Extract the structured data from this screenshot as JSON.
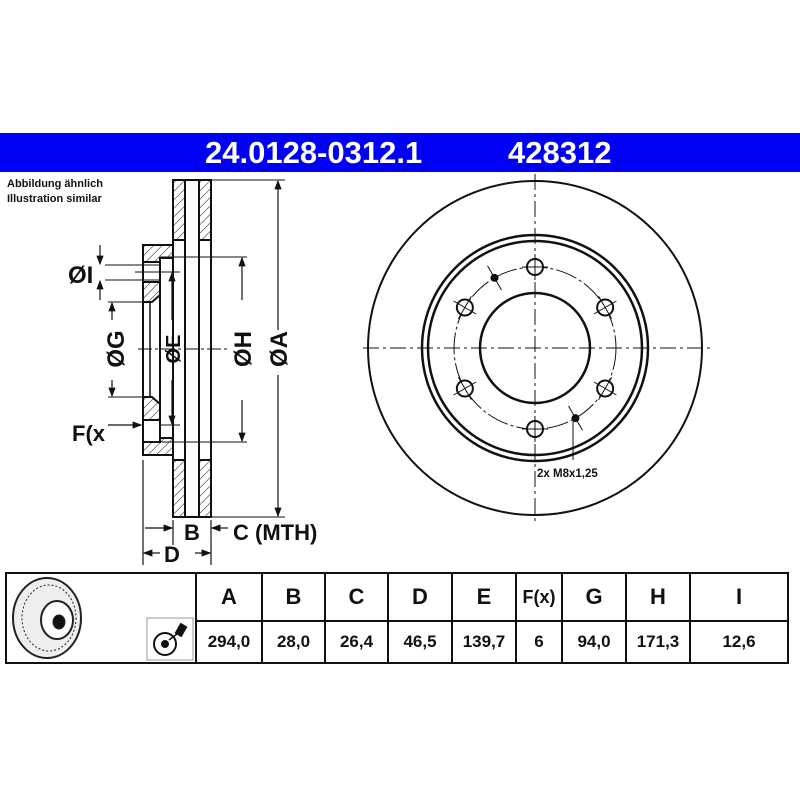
{
  "header": {
    "part_number": "24.0128-0312.1",
    "article_number": "428312",
    "background_color": "#0000f5"
  },
  "note": {
    "line1": "Abbildung ähnlich",
    "line2": "Illustration similar"
  },
  "section_view": {
    "labels": {
      "I": "ØI",
      "G": "ØG",
      "E": "ØE",
      "H": "ØH",
      "A": "ØA",
      "F": "F(x",
      "B": "B",
      "C": "C (MTH)",
      "D": "D"
    }
  },
  "front_view": {
    "bolt_holes": 6,
    "threaded_holes": 2,
    "thread_note": "2x M8x1,25"
  },
  "table": {
    "icons": [
      "brake-disc-icon",
      "coating-spray-icon"
    ],
    "headers": [
      "A",
      "B",
      "C",
      "D",
      "E",
      "F(x)",
      "G",
      "H",
      "I"
    ],
    "values": [
      "294,0",
      "28,0",
      "26,4",
      "46,5",
      "139,7",
      "6",
      "94,0",
      "171,3",
      "12,6"
    ]
  }
}
